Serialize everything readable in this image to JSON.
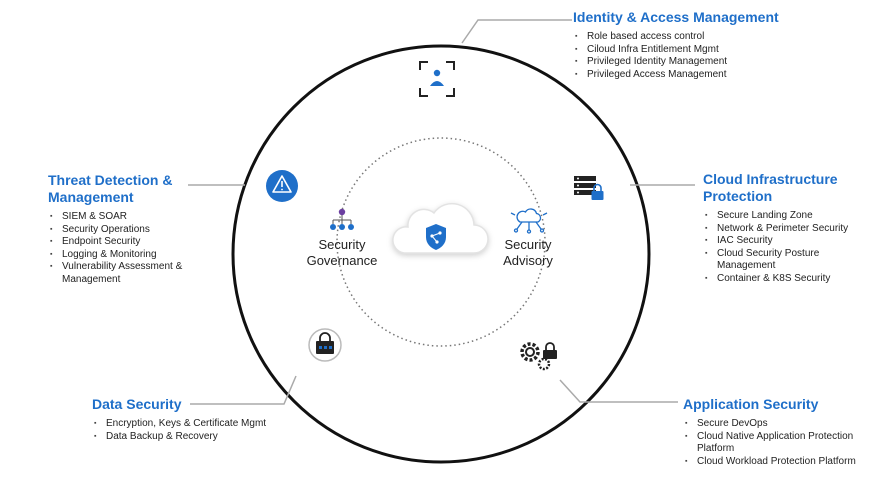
{
  "domains": [
    {
      "key": "iam",
      "title": "Identity & Access Management",
      "icon": "user-scan-icon",
      "items": [
        "Role based access control",
        "Ciloud Infra Entitlement Mgmt",
        "Privileged Identity Management",
        "Privileged Access Management"
      ]
    },
    {
      "key": "cloud",
      "title": "Cloud Infrastructure Protection",
      "icon": "server-lock-icon",
      "items": [
        "Secure Landing Zone",
        "Network & Perimeter Security",
        "IAC Security",
        "Cloud Security Posture Management",
        "Container & K8S Security"
      ]
    },
    {
      "key": "app",
      "title": "Application Security",
      "icon": "gears-lock-icon",
      "items": [
        "Secure DevOps",
        "Cloud Native Application Protection Platform",
        "Cloud Workload Protection Platform"
      ]
    },
    {
      "key": "data",
      "title": "Data Security",
      "icon": "data-lock-icon",
      "items": [
        "Encryption, Keys & Certificate Mgmt",
        "Data Backup & Recovery"
      ]
    },
    {
      "key": "threat",
      "title": "Threat Detection & Management",
      "icon": "warning-icon",
      "items": [
        "SIEM & SOAR",
        "Security Operations",
        "Endpoint Security",
        "Logging & Monitoring",
        "Vulnerability Assessment & Management"
      ]
    }
  ],
  "center": {
    "governance": "Security Governance",
    "advisory": "Security Advisory",
    "core_icon": "cloud-shield-icon"
  },
  "colors": {
    "accent": "#1f6fc9",
    "ring": "#111111",
    "connector": "#aaaaaa",
    "icon_dark": "#222222",
    "icon_blue": "#1f6fc9"
  }
}
